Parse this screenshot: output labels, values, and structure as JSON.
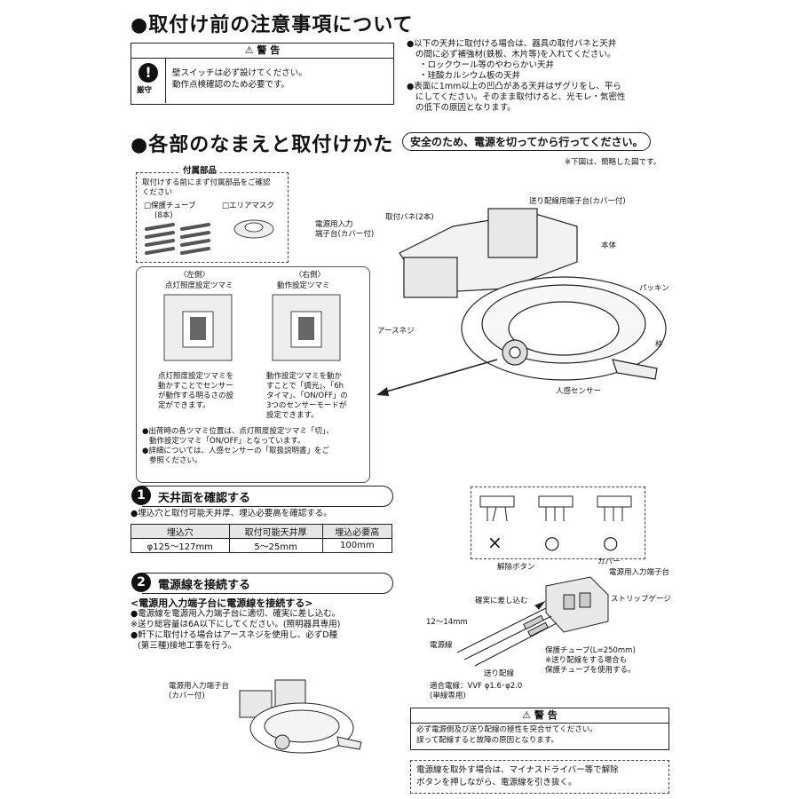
{
  "section1": {
    "title": "●取付け前の注意事項について",
    "warning_title": "⚠ 警 告",
    "mandatory_label": "厳守",
    "warning_lines": [
      "壁スイッチは必ず設けてください。",
      "動作点検確認のため必要です。"
    ],
    "notes": [
      "●以下の天井に取付ける場合は、器具の取付バネと天井",
      "の間に必ず補強材(鉄板、木片等)を入れてください。",
      "・ロックウール等のやわらかい天井",
      "・珪酸カルシウム板の天井",
      "●表面に1mm以上の凹凸がある天井はザグリをし、平ら",
      "にしてください。そのまま取付けると、光モレ・気密性",
      "の低下の原因となります。"
    ]
  },
  "section2": {
    "title": "●各部のなまえと取付けかた",
    "safety_pill": "安全のため、電源を切ってから行ってください。",
    "note": "※下図は、簡略した図です。",
    "accessories": {
      "title": "付属部品",
      "desc": [
        "取付けする前にまず付属部品をご確認",
        "ください"
      ],
      "tube_label": [
        "□保護チューブ",
        "(8本)"
      ],
      "mask_label": "□エリアマスク"
    },
    "labels": {
      "power_terminal": [
        "電源用入力",
        "端子台(カバー付)"
      ],
      "spring": "取付バネ(2本)",
      "feed_terminal": "送り配線用端子台(カバー付)",
      "body": "本体",
      "packing": "パッキン",
      "earth_screw": "アースネジ",
      "frame": "枠",
      "sensor": "人感センサー"
    },
    "detail": {
      "left_title": "〈左側〉",
      "left_sub": "点灯照度設定ツマミ",
      "right_title": "〈右側〉",
      "right_sub": "動作設定ツマミ",
      "left_desc": [
        "点灯照度設定ツマミを",
        "動かすことでセンサー",
        "が動作する明るさの設",
        "定ができます。"
      ],
      "right_desc": [
        "動作設定ツマミを動か",
        "すことで「調光」、「6h",
        "タイマ」、「ON/OFF」の",
        "3つのセンサーモードが",
        "設定できます。"
      ],
      "notes": [
        "●出荷時の各ツマミ位置は、点灯照度設定ツマミ「切」、",
        "動作設定ツマミ「ON/OFF」となっています。",
        "●詳細については、人感センサーの「取扱説明書」をご",
        "参照ください。"
      ]
    }
  },
  "step1": {
    "num": "1",
    "title": "天井面を確認する",
    "desc": "●埋込穴と取付可能天井厚、埋込必要高を確認する。",
    "table": {
      "headers": [
        "埋込穴",
        "取付可能天井厚",
        "埋込必要高"
      ],
      "row": [
        "φ125〜127mm",
        "5〜25mm",
        "100mm"
      ]
    }
  },
  "step2": {
    "num": "2",
    "title": "電源線を接続する",
    "subtitle": "<電源用入力端子台に電源線を接続する>",
    "lines": [
      "●電源線を電源用入力端子台に適切、確実に差し込む。",
      "※送り総容量は6A以下にしてください。(照明器具専用)",
      "●軒下に取付ける場合はアースネジを使用し、必ずD種",
      "(第三種)接地工事を行う。"
    ],
    "fig_label": [
      "電源用入力端子台",
      "(カバー付)"
    ]
  },
  "wiring": {
    "marks": [
      "×",
      "○",
      "○"
    ],
    "release_button": "解除ボタン",
    "cover": "カバー",
    "power_terminal": "電源用入力端子台",
    "insert": "確実に差し込む",
    "strip_gauge": "ストリップゲージ",
    "length": "12〜14mm",
    "power_line": "電源線",
    "feed_line": "送り配線",
    "tube": [
      "保護チューブ(L=250mm)",
      "※送り配線をする場合も",
      "保護チューブを使用する。"
    ],
    "wire": [
      "適合電線：VVF φ1.6･φ2.0",
      "(単線専用)"
    ]
  },
  "warning2": {
    "title": "⚠ 警 告",
    "lines": [
      "必ず電源側及び送り配線の極性を突合せてください。",
      "誤って配線すると故障の原因となります。"
    ]
  },
  "removal": [
    "電源線を取外す場合は、マイナスドライバー等で解除",
    "ボタンを押しながら、電源線を引き抜く。"
  ]
}
